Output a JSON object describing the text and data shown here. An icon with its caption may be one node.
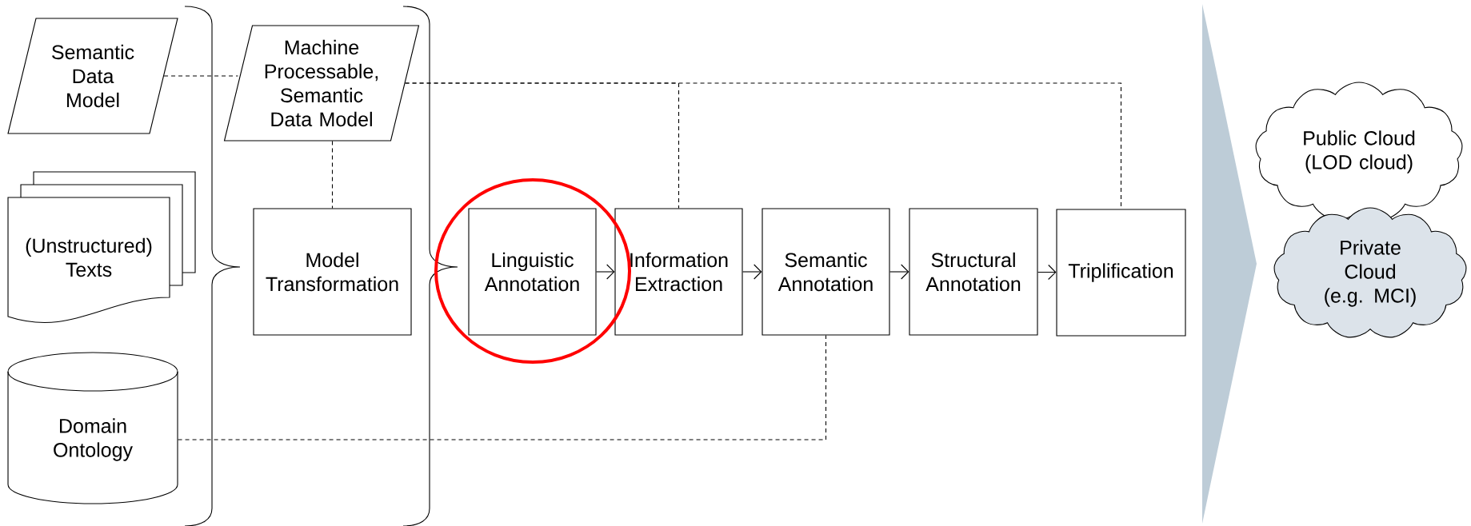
{
  "diagram": {
    "nodes": [
      {
        "text": [
          "Semantic Data Model"
        ]
      },
      {
        "text": [
          "(Unstructured) Texts"
        ]
      },
      {
        "text": [
          "Domain Ontology"
        ]
      },
      {
        "text": [
          "Machine Processable, Semantic Data Model"
        ]
      },
      {
        "text": [
          "Model Transformation"
        ]
      },
      {
        "text": [
          "Linguistic Annotation"
        ]
      },
      {
        "text": [
          "Information Extraction"
        ]
      },
      {
        "text": [
          "Semantic Annotation"
        ]
      },
      {
        "text": [
          "Structural Annotation"
        ]
      },
      {
        "text": [
          "Triplification"
        ]
      },
      {
        "text": [
          "Public Cloud (LOD cloud)"
        ]
      },
      {
        "text": [
          "Private Cloud (e.g. MCI)"
        ]
      }
    ],
    "edges": [
      {
        "from": 0,
        "to": 3,
        "arrow": "none",
        "style": "dashed"
      },
      {
        "from": 3,
        "to": 6,
        "arrow": "none",
        "style": "dashed"
      },
      {
        "from": 3,
        "to": 9,
        "arrow": "none",
        "style": "dashed"
      },
      {
        "from": 3,
        "to": 4,
        "arrow": "none",
        "style": "dashed"
      },
      {
        "from": 2,
        "to": 7,
        "arrow": "none",
        "style": "dashed"
      },
      {
        "from": 5,
        "to": 6,
        "arrow": "to"
      },
      {
        "from": 6,
        "to": 7,
        "arrow": "to"
      },
      {
        "from": 7,
        "to": 8,
        "arrow": "to"
      },
      {
        "from": 8,
        "to": 9,
        "arrow": "to"
      }
    ]
  }
}
